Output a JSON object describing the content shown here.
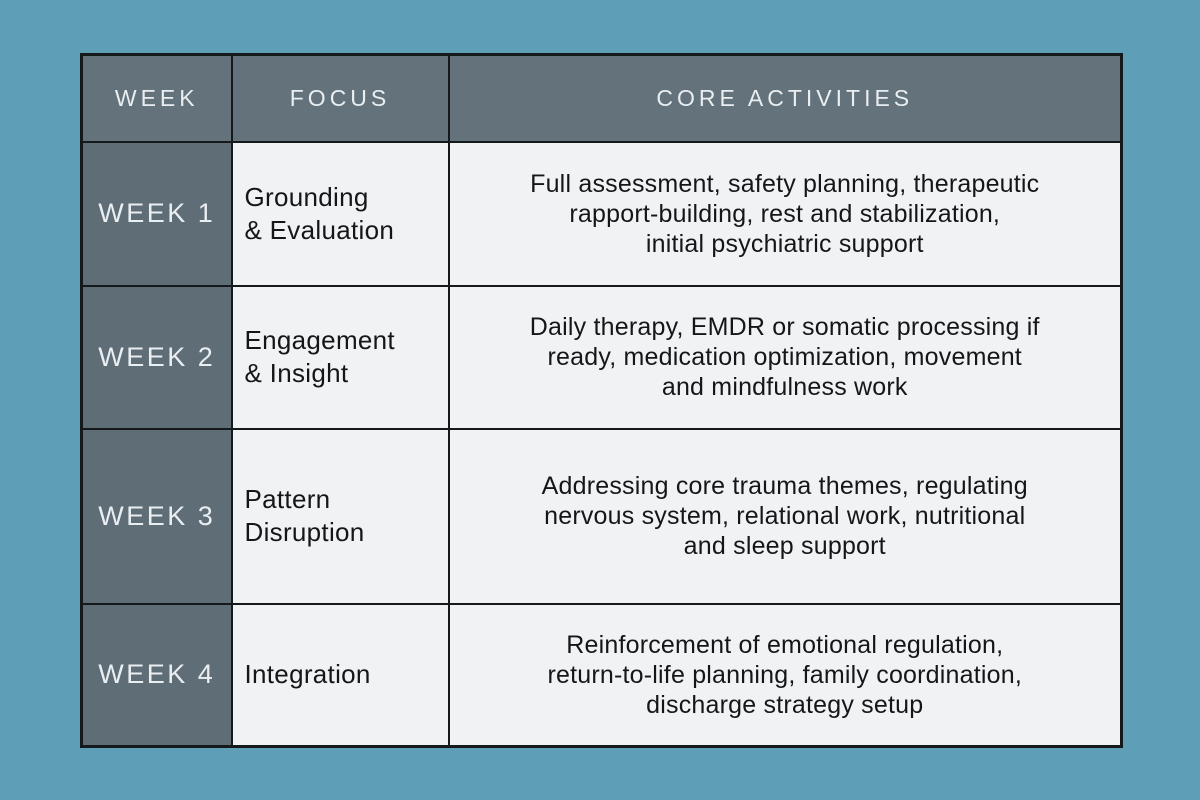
{
  "page": {
    "background_color": "#5f9eb7",
    "table_border_color": "#16191b",
    "header_bg_color": "#64727b",
    "week_column_bg_color": "#5f6d77",
    "body_cell_bg_color": "#f1f2f3",
    "header_text_color": "#e9eef1",
    "body_text_color": "#14171a"
  },
  "table": {
    "header": {
      "week": "WEEK",
      "focus": "FOCUS",
      "core": "CORE ACTIVITIES"
    },
    "rows": [
      {
        "week": "WEEK 1",
        "focus": "Grounding\n& Evaluation",
        "core": "Full assessment, safety planning, therapeutic\nrapport-building, rest and stabilization,\ninitial psychiatric support"
      },
      {
        "week": "WEEK 2",
        "focus": "Engagement\n& Insight",
        "core": "Daily therapy, EMDR or somatic processing if\nready, medication optimization, movement\nand mindfulness work"
      },
      {
        "week": "WEEK 3",
        "focus": "Pattern\nDisruption",
        "core": "Addressing core trauma themes, regulating\nnervous system, relational work, nutritional\nand sleep support"
      },
      {
        "week": "WEEK 4",
        "focus": "Integration",
        "core": "Reinforcement of emotional regulation,\nreturn-to-life planning, family coordination,\ndischarge strategy setup"
      }
    ]
  }
}
